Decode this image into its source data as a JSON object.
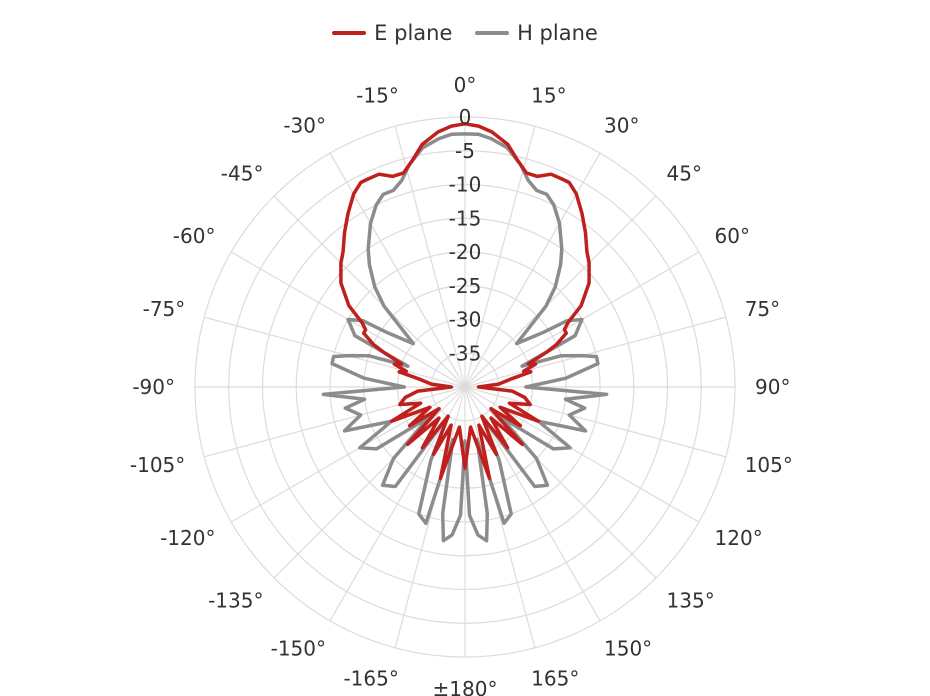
{
  "chart_data": {
    "type": "polar-line",
    "title": "",
    "angle_unit": "degrees",
    "angle_ticks": [
      0,
      15,
      30,
      45,
      60,
      75,
      90,
      105,
      120,
      135,
      150,
      165,
      180,
      -165,
      -150,
      -135,
      -120,
      -105,
      -90,
      -75,
      -60,
      -45,
      -30,
      -15
    ],
    "angle_tick_labels": [
      "0°",
      "15°",
      "30°",
      "45°",
      "60°",
      "75°",
      "90°",
      "105°",
      "120°",
      "135°",
      "150°",
      "165°",
      "±180°",
      "-165°",
      "-150°",
      "-135°",
      "-120°",
      "-105°",
      "-90°",
      "-75°",
      "-60°",
      "-45°",
      "-30°",
      "-15°"
    ],
    "radial_ticks": [
      0,
      -5,
      -10,
      -15,
      -20,
      -25,
      -30,
      -35
    ],
    "radial_tick_labels": [
      "0",
      "-5",
      "-10",
      "-15",
      "-20",
      "-25",
      "-30",
      "-35"
    ],
    "radial_range": [
      -40,
      0
    ],
    "grid": true,
    "legend_position": "top",
    "series": [
      {
        "name": "E plane",
        "color": "#c0201d",
        "points": [
          [
            -180,
            -28
          ],
          [
            -172,
            -34
          ],
          [
            -165,
            -26
          ],
          [
            -160,
            -34
          ],
          [
            -155,
            -29
          ],
          [
            -150,
            -35
          ],
          [
            -145,
            -29
          ],
          [
            -140,
            -34
          ],
          [
            -135,
            -28
          ],
          [
            -130,
            -35
          ],
          [
            -125,
            -30
          ],
          [
            -120,
            -34
          ],
          [
            -115,
            -28
          ],
          [
            -110,
            -33
          ],
          [
            -105,
            -30
          ],
          [
            -100,
            -31
          ],
          [
            -95,
            -33
          ],
          [
            -90,
            -38
          ],
          [
            -85,
            -35
          ],
          [
            -80,
            -33
          ],
          [
            -77,
            -30
          ],
          [
            -75,
            -31
          ],
          [
            -72,
            -29
          ],
          [
            -70,
            -30
          ],
          [
            -67,
            -27
          ],
          [
            -65,
            -25
          ],
          [
            -62,
            -23
          ],
          [
            -60,
            -23
          ],
          [
            -58,
            -22
          ],
          [
            -55,
            -19
          ],
          [
            -50,
            -16
          ],
          [
            -45,
            -14
          ],
          [
            -42,
            -13
          ],
          [
            -38,
            -11
          ],
          [
            -34,
            -9
          ],
          [
            -30,
            -7
          ],
          [
            -27,
            -6
          ],
          [
            -25,
            -6
          ],
          [
            -22,
            -6
          ],
          [
            -19,
            -7
          ],
          [
            -16,
            -7
          ],
          [
            -13,
            -5.5
          ],
          [
            -10,
            -3.5
          ],
          [
            -6,
            -2
          ],
          [
            -3,
            -1.3
          ],
          [
            0,
            -1
          ],
          [
            3,
            -1.3
          ],
          [
            6,
            -2
          ],
          [
            10,
            -3.5
          ],
          [
            13,
            -5.5
          ],
          [
            16,
            -7
          ],
          [
            19,
            -7
          ],
          [
            22,
            -6
          ],
          [
            25,
            -6
          ],
          [
            27,
            -6
          ],
          [
            30,
            -7
          ],
          [
            34,
            -9
          ],
          [
            38,
            -11
          ],
          [
            42,
            -13
          ],
          [
            45,
            -14
          ],
          [
            50,
            -16
          ],
          [
            55,
            -19
          ],
          [
            58,
            -22
          ],
          [
            60,
            -23
          ],
          [
            62,
            -23
          ],
          [
            65,
            -25
          ],
          [
            67,
            -27
          ],
          [
            70,
            -30
          ],
          [
            72,
            -29
          ],
          [
            75,
            -31
          ],
          [
            77,
            -30
          ],
          [
            80,
            -33
          ],
          [
            85,
            -35
          ],
          [
            90,
            -38
          ],
          [
            95,
            -33
          ],
          [
            100,
            -31
          ],
          [
            105,
            -30
          ],
          [
            110,
            -33
          ],
          [
            115,
            -28
          ],
          [
            120,
            -34
          ],
          [
            125,
            -30
          ],
          [
            130,
            -35
          ],
          [
            135,
            -28
          ],
          [
            140,
            -34
          ],
          [
            145,
            -29
          ],
          [
            150,
            -35
          ],
          [
            155,
            -29
          ],
          [
            160,
            -34
          ],
          [
            165,
            -26
          ],
          [
            172,
            -34
          ],
          [
            180,
            -28
          ]
        ]
      },
      {
        "name": "H plane",
        "color": "#8c8c8c",
        "points": [
          [
            -180,
            -32
          ],
          [
            -178,
            -21
          ],
          [
            -175,
            -18
          ],
          [
            -172,
            -17
          ],
          [
            -170,
            -21
          ],
          [
            -167,
            -32
          ],
          [
            -164,
            -19
          ],
          [
            -160,
            -20
          ],
          [
            -155,
            -28
          ],
          [
            -150,
            -35
          ],
          [
            -145,
            -22
          ],
          [
            -140,
            -21
          ],
          [
            -135,
            -25
          ],
          [
            -130,
            -33
          ],
          [
            -125,
            -24
          ],
          [
            -120,
            -22
          ],
          [
            -115,
            -28
          ],
          [
            -110,
            -21
          ],
          [
            -105,
            -24
          ],
          [
            -100,
            -22
          ],
          [
            -97,
            -25
          ],
          [
            -93,
            -19
          ],
          [
            -90,
            -31
          ],
          [
            -85,
            -25
          ],
          [
            -80,
            -20
          ],
          [
            -77,
            -20
          ],
          [
            -75,
            -22
          ],
          [
            -72,
            -25
          ],
          [
            -70,
            -31
          ],
          [
            -65,
            -22
          ],
          [
            -60,
            -20
          ],
          [
            -57,
            -22
          ],
          [
            -55,
            -26
          ],
          [
            -50,
            -30
          ],
          [
            -45,
            -23
          ],
          [
            -42,
            -20
          ],
          [
            -38,
            -17
          ],
          [
            -35,
            -15
          ],
          [
            -30,
            -12
          ],
          [
            -26,
            -10
          ],
          [
            -23,
            -9
          ],
          [
            -20,
            -9
          ],
          [
            -17,
            -8
          ],
          [
            -14,
            -6
          ],
          [
            -10,
            -4
          ],
          [
            -6,
            -3
          ],
          [
            -3,
            -2.5
          ],
          [
            0,
            -2.5
          ],
          [
            3,
            -2.5
          ],
          [
            6,
            -3
          ],
          [
            10,
            -4
          ],
          [
            14,
            -6
          ],
          [
            17,
            -8
          ],
          [
            20,
            -9
          ],
          [
            23,
            -9
          ],
          [
            26,
            -10
          ],
          [
            30,
            -12
          ],
          [
            35,
            -15
          ],
          [
            38,
            -17
          ],
          [
            42,
            -20
          ],
          [
            45,
            -23
          ],
          [
            50,
            -30
          ],
          [
            55,
            -26
          ],
          [
            57,
            -22
          ],
          [
            60,
            -20
          ],
          [
            65,
            -22
          ],
          [
            70,
            -31
          ],
          [
            72,
            -25
          ],
          [
            75,
            -22
          ],
          [
            77,
            -20
          ],
          [
            80,
            -20
          ],
          [
            85,
            -25
          ],
          [
            90,
            -31
          ],
          [
            93,
            -19
          ],
          [
            97,
            -25
          ],
          [
            100,
            -22
          ],
          [
            105,
            -24
          ],
          [
            110,
            -21
          ],
          [
            115,
            -28
          ],
          [
            120,
            -22
          ],
          [
            125,
            -24
          ],
          [
            130,
            -33
          ],
          [
            135,
            -25
          ],
          [
            140,
            -21
          ],
          [
            145,
            -22
          ],
          [
            150,
            -35
          ],
          [
            155,
            -28
          ],
          [
            160,
            -20
          ],
          [
            164,
            -19
          ],
          [
            167,
            -32
          ],
          [
            170,
            -21
          ],
          [
            172,
            -17
          ],
          [
            175,
            -18
          ],
          [
            178,
            -21
          ],
          [
            180,
            -32
          ]
        ]
      }
    ]
  }
}
